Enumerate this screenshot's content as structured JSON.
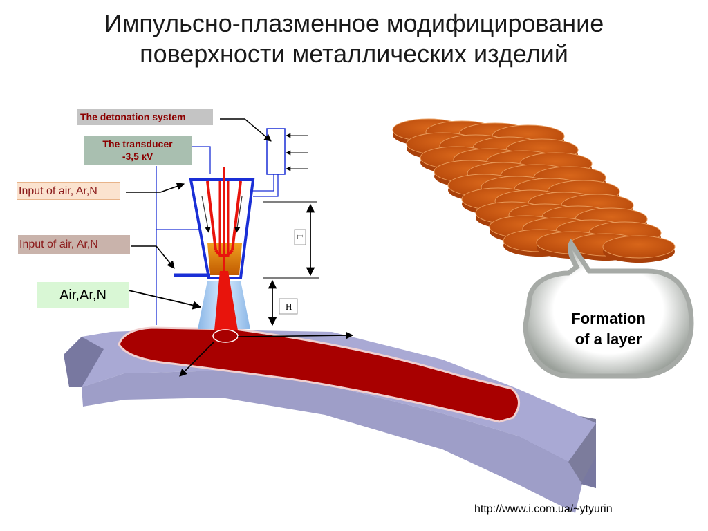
{
  "title": {
    "line1": "Импульсно-плазменное модифицирование",
    "line2": "поверхности металлических изделий"
  },
  "labels": {
    "detonation_system": "The detonation system",
    "transducer_line1": "The transducer",
    "transducer_line2": "-3,5 кV",
    "input_air_1": "Input of air, Ar,N",
    "input_air_2": "Input of air, Ar,N",
    "air_ar_n": "Air,Ar,N",
    "dim_L": "L",
    "dim_H": "H",
    "formation_line1": "Formation",
    "formation_line2": "of a layer"
  },
  "source_url": "http://www.i.com.ua/~ytyurin",
  "colors": {
    "plasma_red": "#e8140c",
    "torch_blue": "#1a2fd6",
    "nozzle_blue": "#9ec8ee",
    "beam_top": "#b0b0d8",
    "beam_side": "#7a7aa0",
    "coating": "#a80000",
    "splat": "#c85a14"
  }
}
